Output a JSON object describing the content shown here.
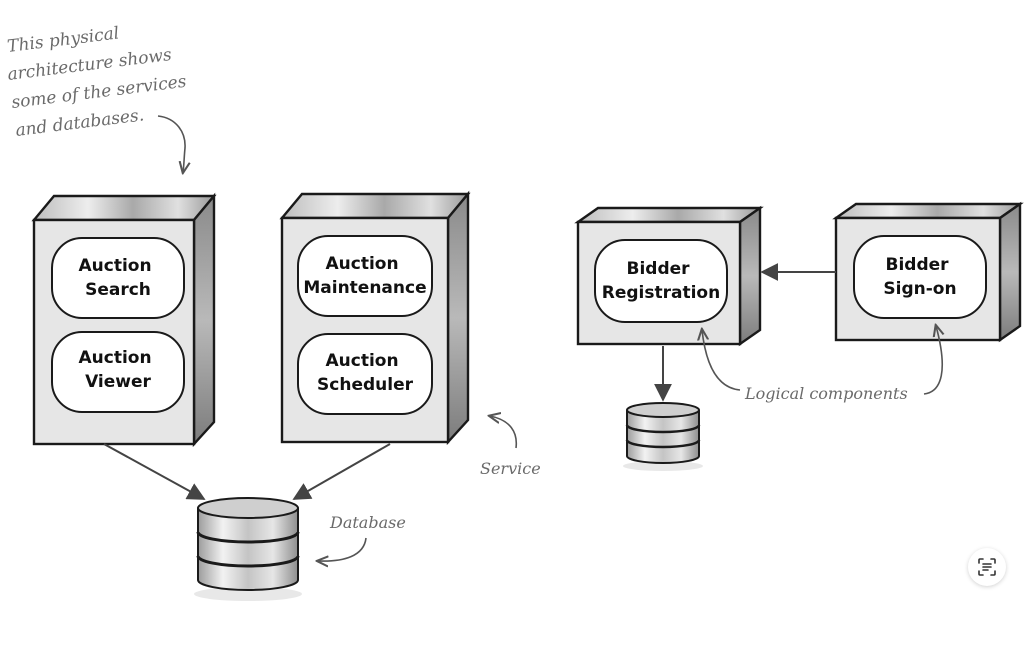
{
  "annotation": {
    "lines": [
      "This physical",
      "architecture shows",
      "some of the services",
      "and databases."
    ]
  },
  "labels": {
    "service": "Service",
    "database": "Database",
    "logical_components": "Logical components"
  },
  "services": [
    {
      "components": [
        {
          "lines": [
            "Auction",
            "Search"
          ]
        },
        {
          "lines": [
            "Auction",
            "Viewer"
          ]
        }
      ]
    },
    {
      "components": [
        {
          "lines": [
            "Auction",
            "Maintenance"
          ]
        },
        {
          "lines": [
            "Auction",
            "Scheduler"
          ]
        }
      ]
    },
    {
      "components": [
        {
          "lines": [
            "Bidder",
            "Registration"
          ]
        }
      ]
    },
    {
      "components": [
        {
          "lines": [
            "Bidder",
            "Sign-on"
          ]
        }
      ]
    }
  ],
  "icons": {
    "visual_search": "text-scan-icon"
  }
}
